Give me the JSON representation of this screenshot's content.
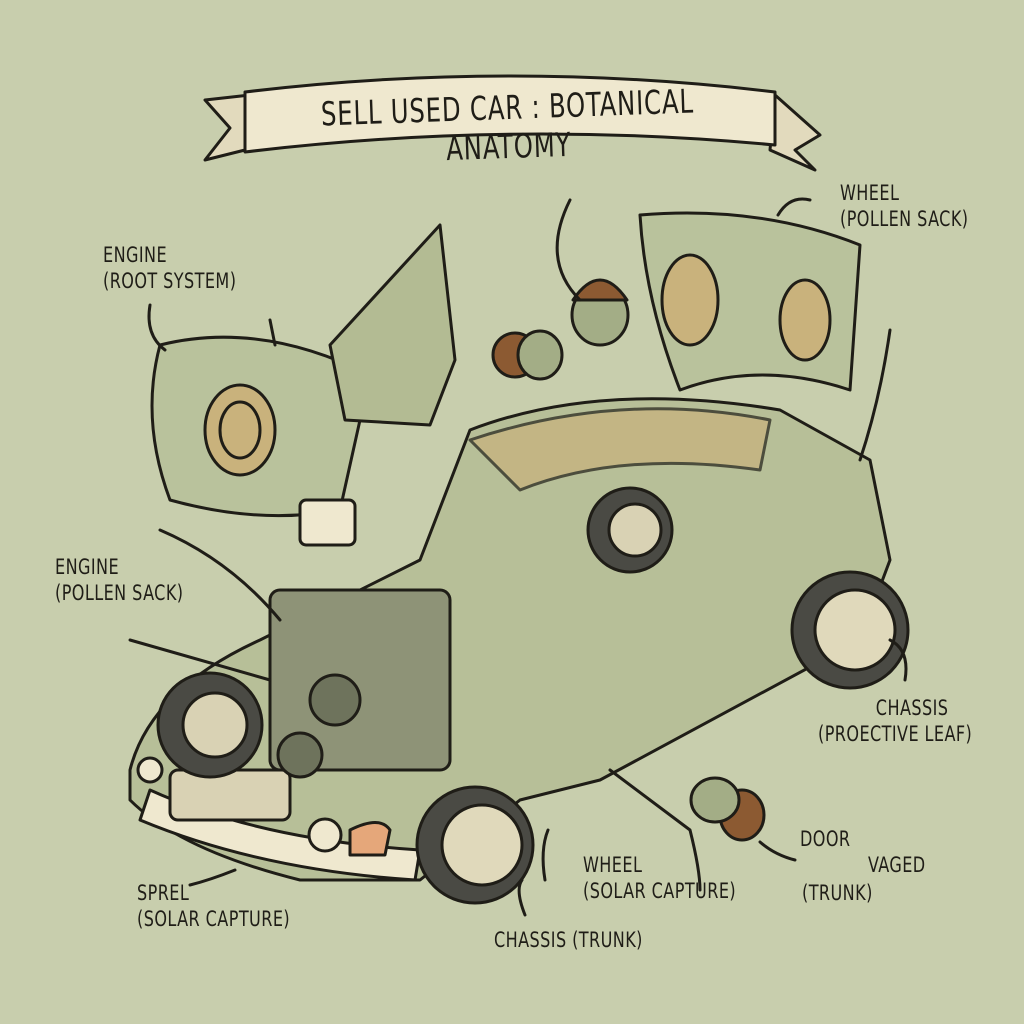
{
  "title": "SELL USED CAR : BOTANICAL ANATOMY",
  "labels": {
    "engine_root": {
      "line1": "ENGINE",
      "line2": "(ROOT SYSTEM)"
    },
    "wheel_pollen": {
      "line1": "WHEEL",
      "line2": "(POLLEN SACK)"
    },
    "engine_pollen": {
      "line1": "ENGINE",
      "line2": "(POLLEN SACK)"
    },
    "chassis_leaf": {
      "line1": "CHASSIS",
      "line2": "(PROECTIVE LEAF)"
    },
    "door": {
      "line1": "DOOR"
    },
    "vaged": {
      "line1": "VAGED"
    },
    "trunk": {
      "line1": "(TRUNK)"
    },
    "wheel_solar": {
      "line1": "WHEEL",
      "line2": "(SOLAR CAPTURE)"
    },
    "sprel": {
      "line1": "SPREL",
      "line2": "(SOLAR CAPTURE)"
    },
    "chassis_trunk": {
      "line1": "CHASSIS (TRUNK)"
    }
  },
  "colors": {
    "background": "#c8cead",
    "banner": "#efe8cf",
    "body": "#b7bf98",
    "wood": "#c9b27c",
    "tire": "#4a4a44",
    "ink": "#1f1d17"
  }
}
